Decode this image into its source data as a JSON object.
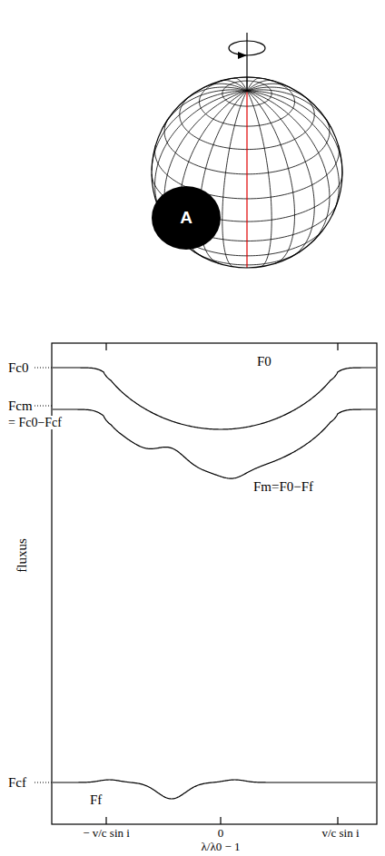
{
  "diagram": {
    "nodes": [
      {
        "text": [
          "A"
        ]
      }
    ],
    "labels": [
      "Fc0",
      "Fcm",
      "= Fc0−Fcf",
      "F0",
      "Fm=F0−Ff",
      "fluxus",
      "Fcf",
      "Ff",
      "− v/c sin i",
      "0",
      "v/c sin i",
      "λ/λ0 − 1"
    ]
  }
}
